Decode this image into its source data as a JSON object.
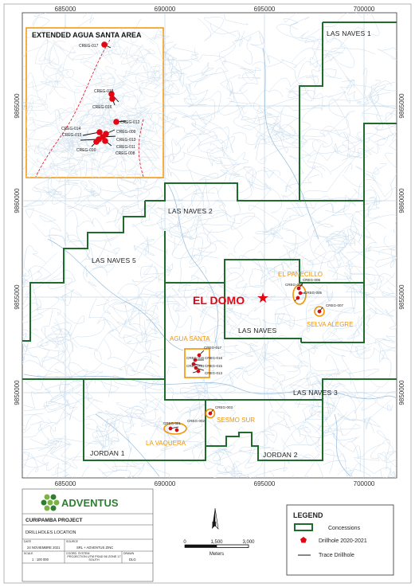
{
  "map": {
    "x_ticks": [
      "685000",
      "690000",
      "695000",
      "700000"
    ],
    "y_ticks": [
      "9865000",
      "9860000",
      "9855000",
      "9850000"
    ],
    "concessions": [
      "LAS NAVES 1",
      "LAS NAVES 2",
      "LAS NAVES 5",
      "LAS NAVES",
      "LAS NAVES 3",
      "JORDAN 1",
      "JORDAN 2"
    ],
    "target_areas": [
      "EL PANECILLO",
      "SELVA ALEGRE",
      "AGUA SANTA",
      "SESMO SUR",
      "LA VAQUERA"
    ],
    "feature": "EL DOMO",
    "drillholes": {
      "panecillo": [
        "CREG-008",
        "CREG-006",
        "CREG-005"
      ],
      "selva": [
        "CREG-007"
      ],
      "agua_santa": [
        "CREG-017",
        "CREG-018",
        "CREG-016",
        "CREG-015",
        "CREG-014",
        "CREG-013"
      ],
      "sesmo": [
        "CREG-003"
      ],
      "vaquera": [
        "CREG-002",
        "CREG-001"
      ]
    }
  },
  "inset": {
    "title": "EXTENDED AGUA SANTA AREA",
    "labels": [
      "CREG-017",
      "CREG-018",
      "CREG-016",
      "CREG-012",
      "CREG-014",
      "CREG-009",
      "CREG-015",
      "CREG-013",
      "CREG-011",
      "CREG-010",
      "CREG-008"
    ]
  },
  "titleblock": {
    "company": "ADVENTUS",
    "project": "CURIPAMBA PROJECT",
    "subtitle": "DRILLHOLES LOCATION",
    "date_label": "DATE",
    "date": "24 NOVIEMBRE 2021",
    "source_label": "SOURCE",
    "source": "SRL + ADVENTUS ZINC",
    "scale_label": "SCALE",
    "scale": "1 : 100 000",
    "coord_label": "COORD. SYSTEM",
    "coord": "PROJECTION UTM PSAD 56 ZONE 17 SOUTH",
    "drawn_label": "DRAWN",
    "drawn": "DLG"
  },
  "scalebar": {
    "ticks": [
      "0",
      "1,500",
      "3,000"
    ],
    "unit": "Meters"
  },
  "north": "N",
  "legend": {
    "title": "LEGEND",
    "items": [
      "Concessions",
      "Drillhole 2020-2021",
      "Trace Drillhole"
    ]
  },
  "colors": {
    "concession": "#1f6b2e",
    "drillhole": "#e30613",
    "target": "#f29400",
    "contour": "#c9dcec",
    "background": "#ffffff"
  }
}
